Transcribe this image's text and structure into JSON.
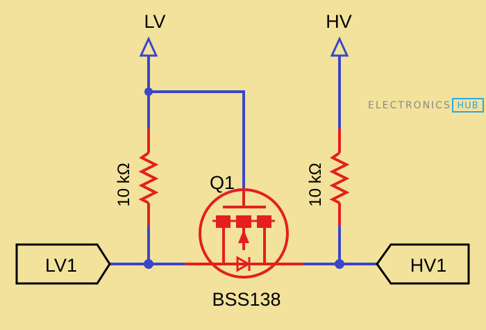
{
  "diagram": {
    "rails": {
      "low": "LV",
      "high": "HV"
    },
    "resistors": {
      "left_value": "10 kΩ",
      "right_value": "10 kΩ"
    },
    "transistor": {
      "designator": "Q1",
      "part_number": "BSS138"
    },
    "ports": {
      "left": "LV1",
      "right": "HV1"
    }
  },
  "watermark": {
    "brand": "ELECTRONICS",
    "badge": "HUB"
  },
  "colors": {
    "background": "#f2e29c",
    "wire": "#3c46c8",
    "component": "#e41f1f",
    "junction": "#3c46c8",
    "port_outline": "#000000",
    "logo_text": "#8a8a8a",
    "logo_badge": "#2ea7e0"
  }
}
